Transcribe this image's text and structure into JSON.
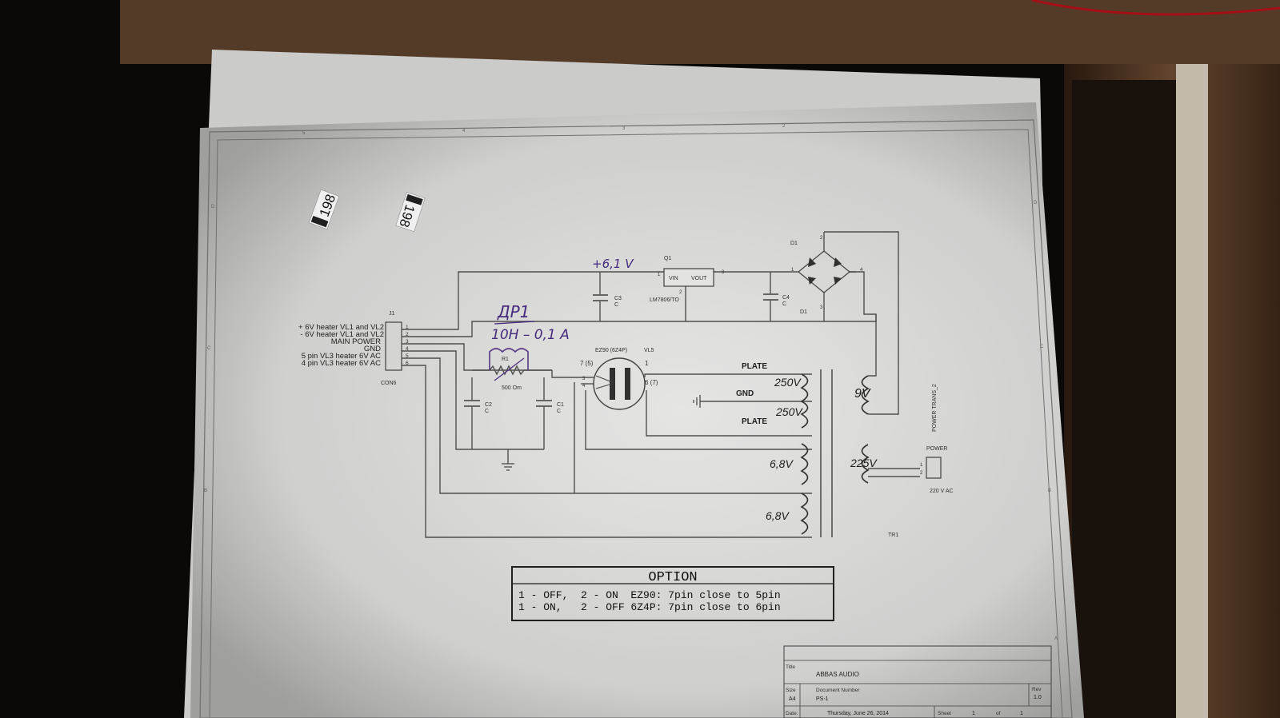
{
  "schematic": {
    "labels": {
      "sticker_1": "198",
      "sticker_2": "198",
      "j1": "J1",
      "con6": "CON6",
      "q1": "Q1",
      "vin": "VIN",
      "vout": "VOUT",
      "regulator": "LM7806/TO",
      "c3": "C3",
      "c3_val": "C",
      "c4": "C4",
      "c4_val": "C",
      "c2": "C2",
      "c2_val": "C",
      "c1": "C1",
      "c1_val": "C",
      "r1": "R1",
      "r1_val": "500 Om",
      "d1_top": "D1",
      "d1_side": "D1",
      "tube_type": "EZ90 (6Z4P)",
      "tube_ref": "VL5",
      "tube_pin_7_5": "7 (5)",
      "tube_pin_1": "1",
      "tube_pin_3": "3",
      "tube_pin_4": "4",
      "tube_pin_6_7": "6 (7)",
      "plate_1": "PLATE",
      "gnd": "GND",
      "plate_2": "PLATE",
      "transformer_name": "POWER TRANS_2",
      "tr1": "TR1",
      "power": "POWER",
      "mains": "220 V AC",
      "pin_reg_1": "1",
      "pin_reg_2": "2",
      "pin_reg_3": "3",
      "pin_br_1": "1",
      "pin_br_2": "2",
      "pin_br_3": "3",
      "pin_br_4": "4",
      "pin_pw_1": "1",
      "pin_pw_2": "2"
    },
    "connector_lines": [
      "+ 6V heater VL1 and VL2",
      "- 6V heater VL1 and VL2",
      "MAIN POWER",
      "GND",
      "5 pin VL3 heater 6V AC",
      "4 pin VL3 heater 6V AC"
    ],
    "connector_pins": [
      "1",
      "2",
      "3",
      "4",
      "5",
      "6"
    ],
    "handwritten": {
      "v_out": "+6,1 V",
      "choke_ref": "ДР1",
      "choke_val": "10H – 0,1 A",
      "v250a": "250V",
      "v250b": "250V",
      "v9": "9V",
      "v225": "225V",
      "v68a": "6,8V",
      "v68b": "6,8V"
    },
    "frame": {
      "top": [
        "5",
        "4",
        "3",
        "2"
      ],
      "right": [
        "D",
        "C",
        "B",
        "A"
      ],
      "left": [
        "D",
        "C",
        "B"
      ]
    },
    "option": {
      "title": "OPTION",
      "line1": "1 - OFF,  2 - ON  EZ90: 7pin close to 5pin",
      "line2": "1 - ON,   2 - OFF 6Z4P: 7pin close to 6pin"
    },
    "title_block": {
      "title_label": "Title",
      "title": "ABBAS AUDIO",
      "size_label": "Size",
      "size": "A4",
      "docnum_label": "Document Number",
      "docnum": "PS-1",
      "rev_label": "Rev",
      "rev": "1.0",
      "date_label": "Date:",
      "date": "Thursday, June 26, 2014",
      "sheet_label": "Sheet",
      "sheet": "1",
      "of_label": "of",
      "sheets": "1"
    }
  }
}
